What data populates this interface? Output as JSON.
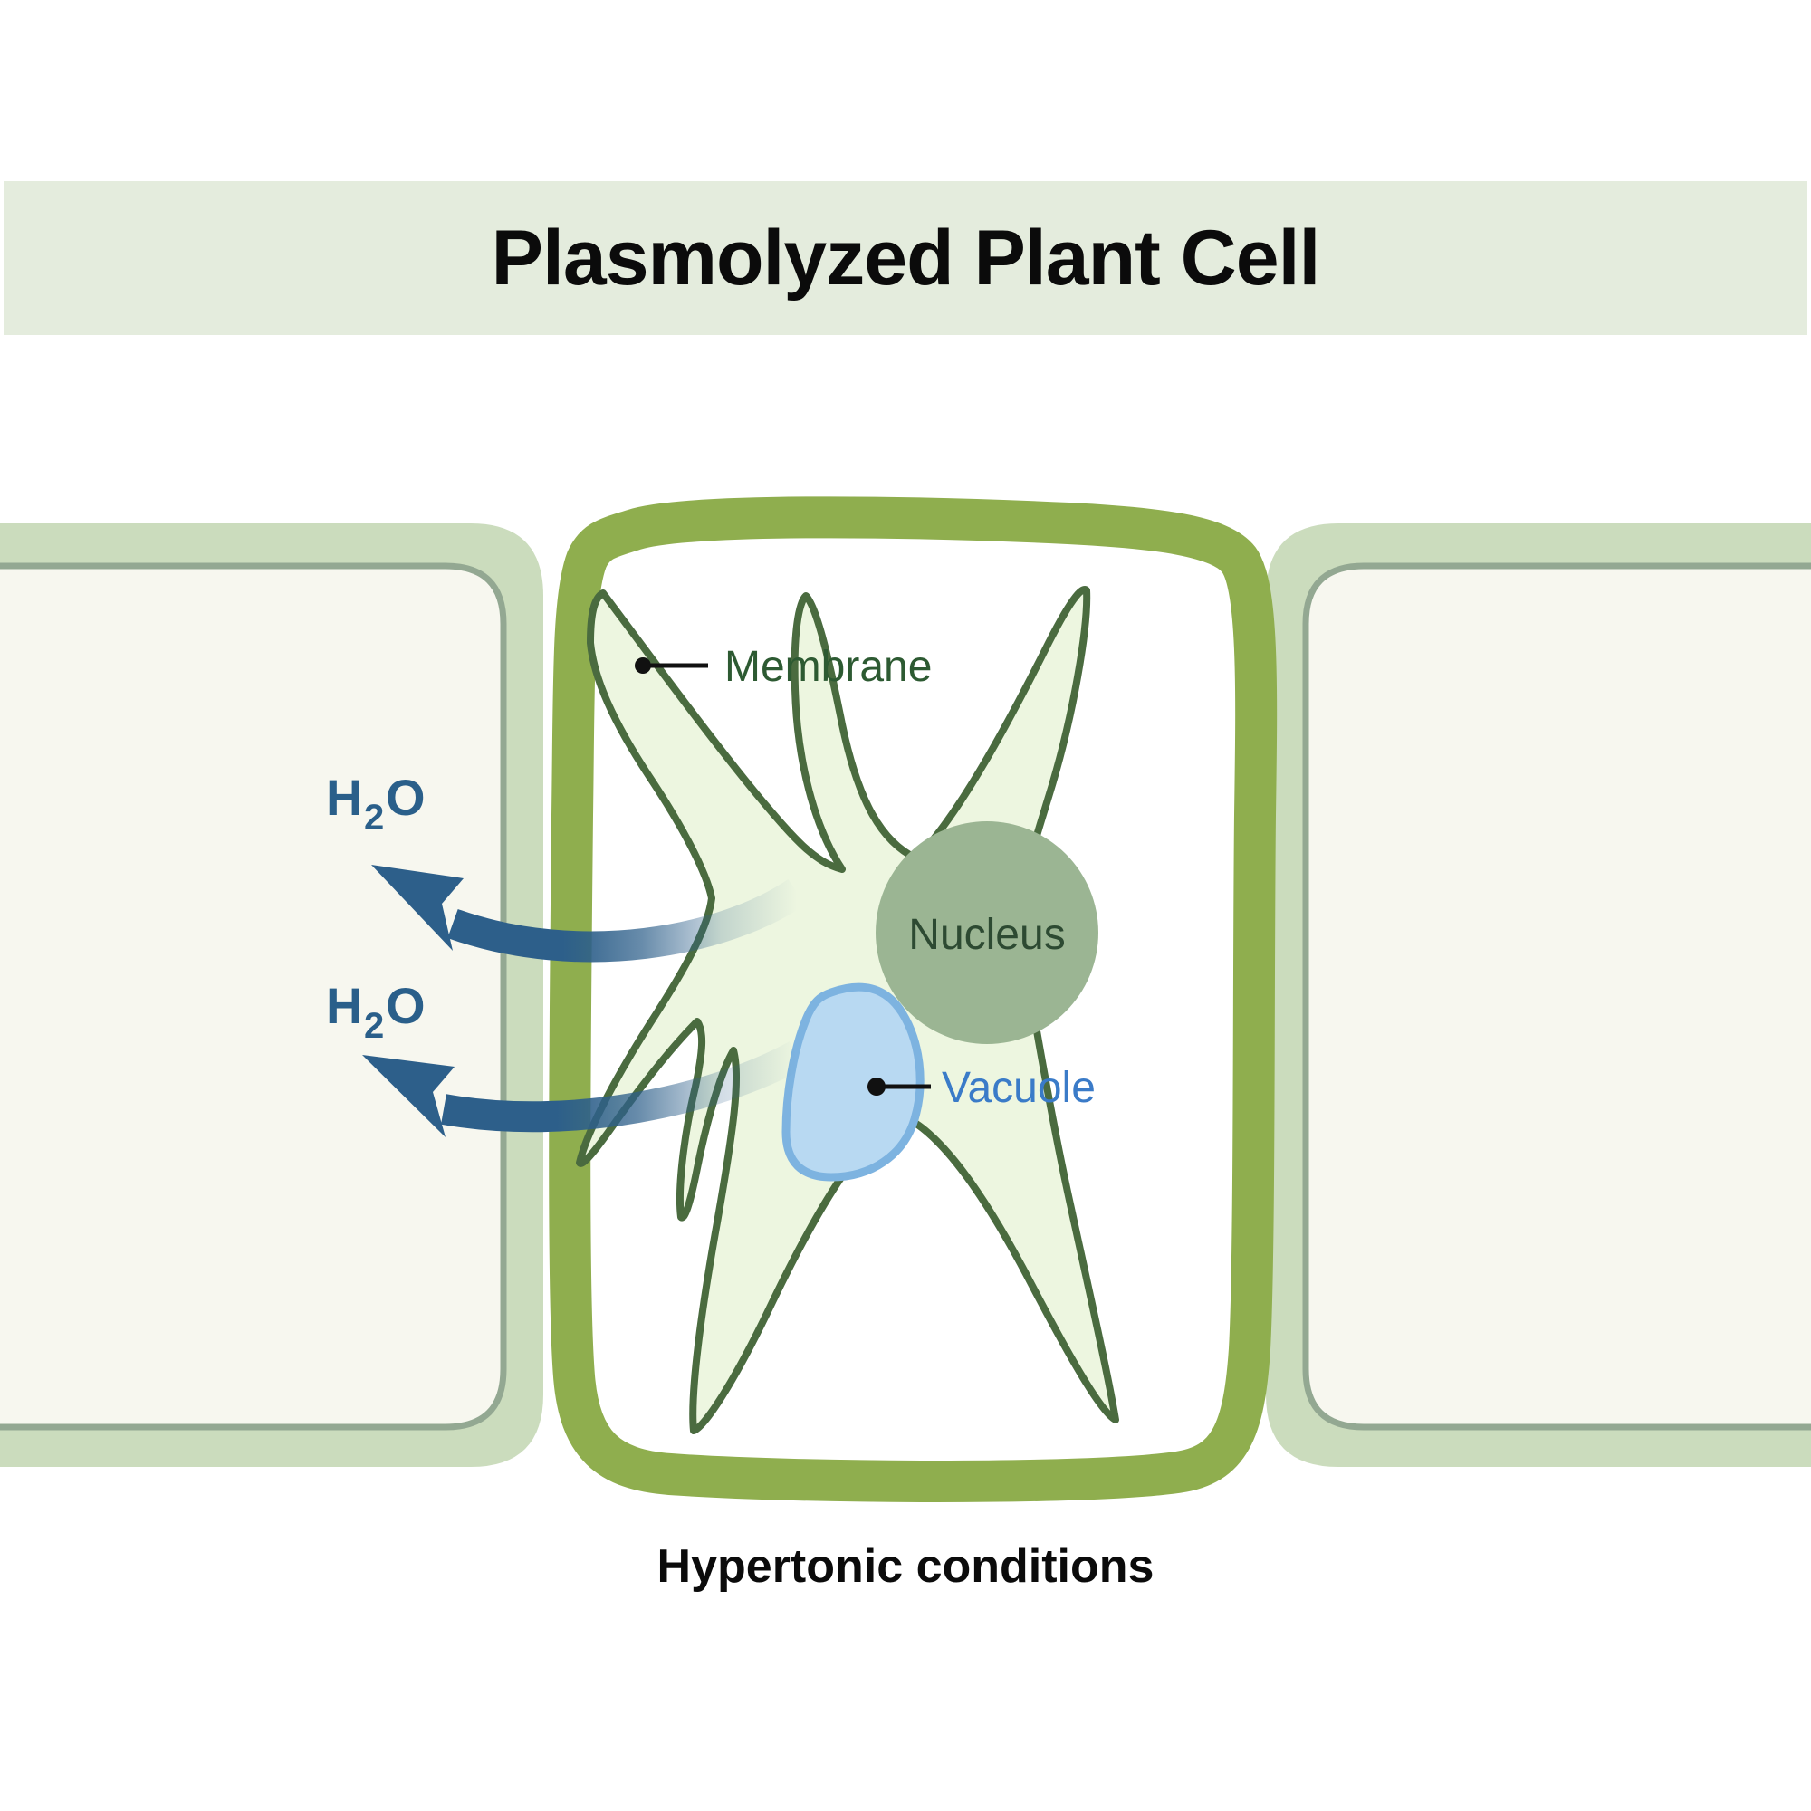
{
  "title": {
    "text": "Plasmolyzed Plant Cell",
    "band_color": "#e4ecdd",
    "text_color": "#0b0b0b"
  },
  "caption": {
    "text": "Hypertonic conditions",
    "text_color": "#0b0b0b"
  },
  "labels": {
    "membrane": "Membrane",
    "nucleus": "Nucleus",
    "vacuole": "Vacuole",
    "water_top": "H",
    "water_top_sub": "2",
    "water_top_tail": "O",
    "water_bottom": "H",
    "water_bottom_sub": "2",
    "water_bottom_tail": "O"
  },
  "water_arrows": [
    {
      "name": "upper-water-efflux",
      "label": "H2O",
      "direction": "outward-left"
    },
    {
      "name": "lower-water-efflux",
      "label": "H2O",
      "direction": "outward-left"
    }
  ],
  "colors": {
    "cell_wall": "#8fae4e",
    "neighbor_wall": "#cbdcbd",
    "neighbor_wall_stroke": "#93a892",
    "neighbor_interior": "#f7f7ef",
    "cytoplasm_fill": "#edf6e0",
    "membrane_stroke": "#4a6b3f",
    "nucleus_fill": "#9bb593",
    "nucleus_text": "#2d4a32",
    "vacuole_fill": "#b8d9f2",
    "vacuole_stroke": "#7db3e0",
    "vacuole_text": "#3a7bc8",
    "membrane_text": "#2d5a32",
    "water_text": "#2a5f8a",
    "arrow_dark": "#2d5f8a",
    "leader_line": "#111111",
    "background": "#ffffff"
  }
}
